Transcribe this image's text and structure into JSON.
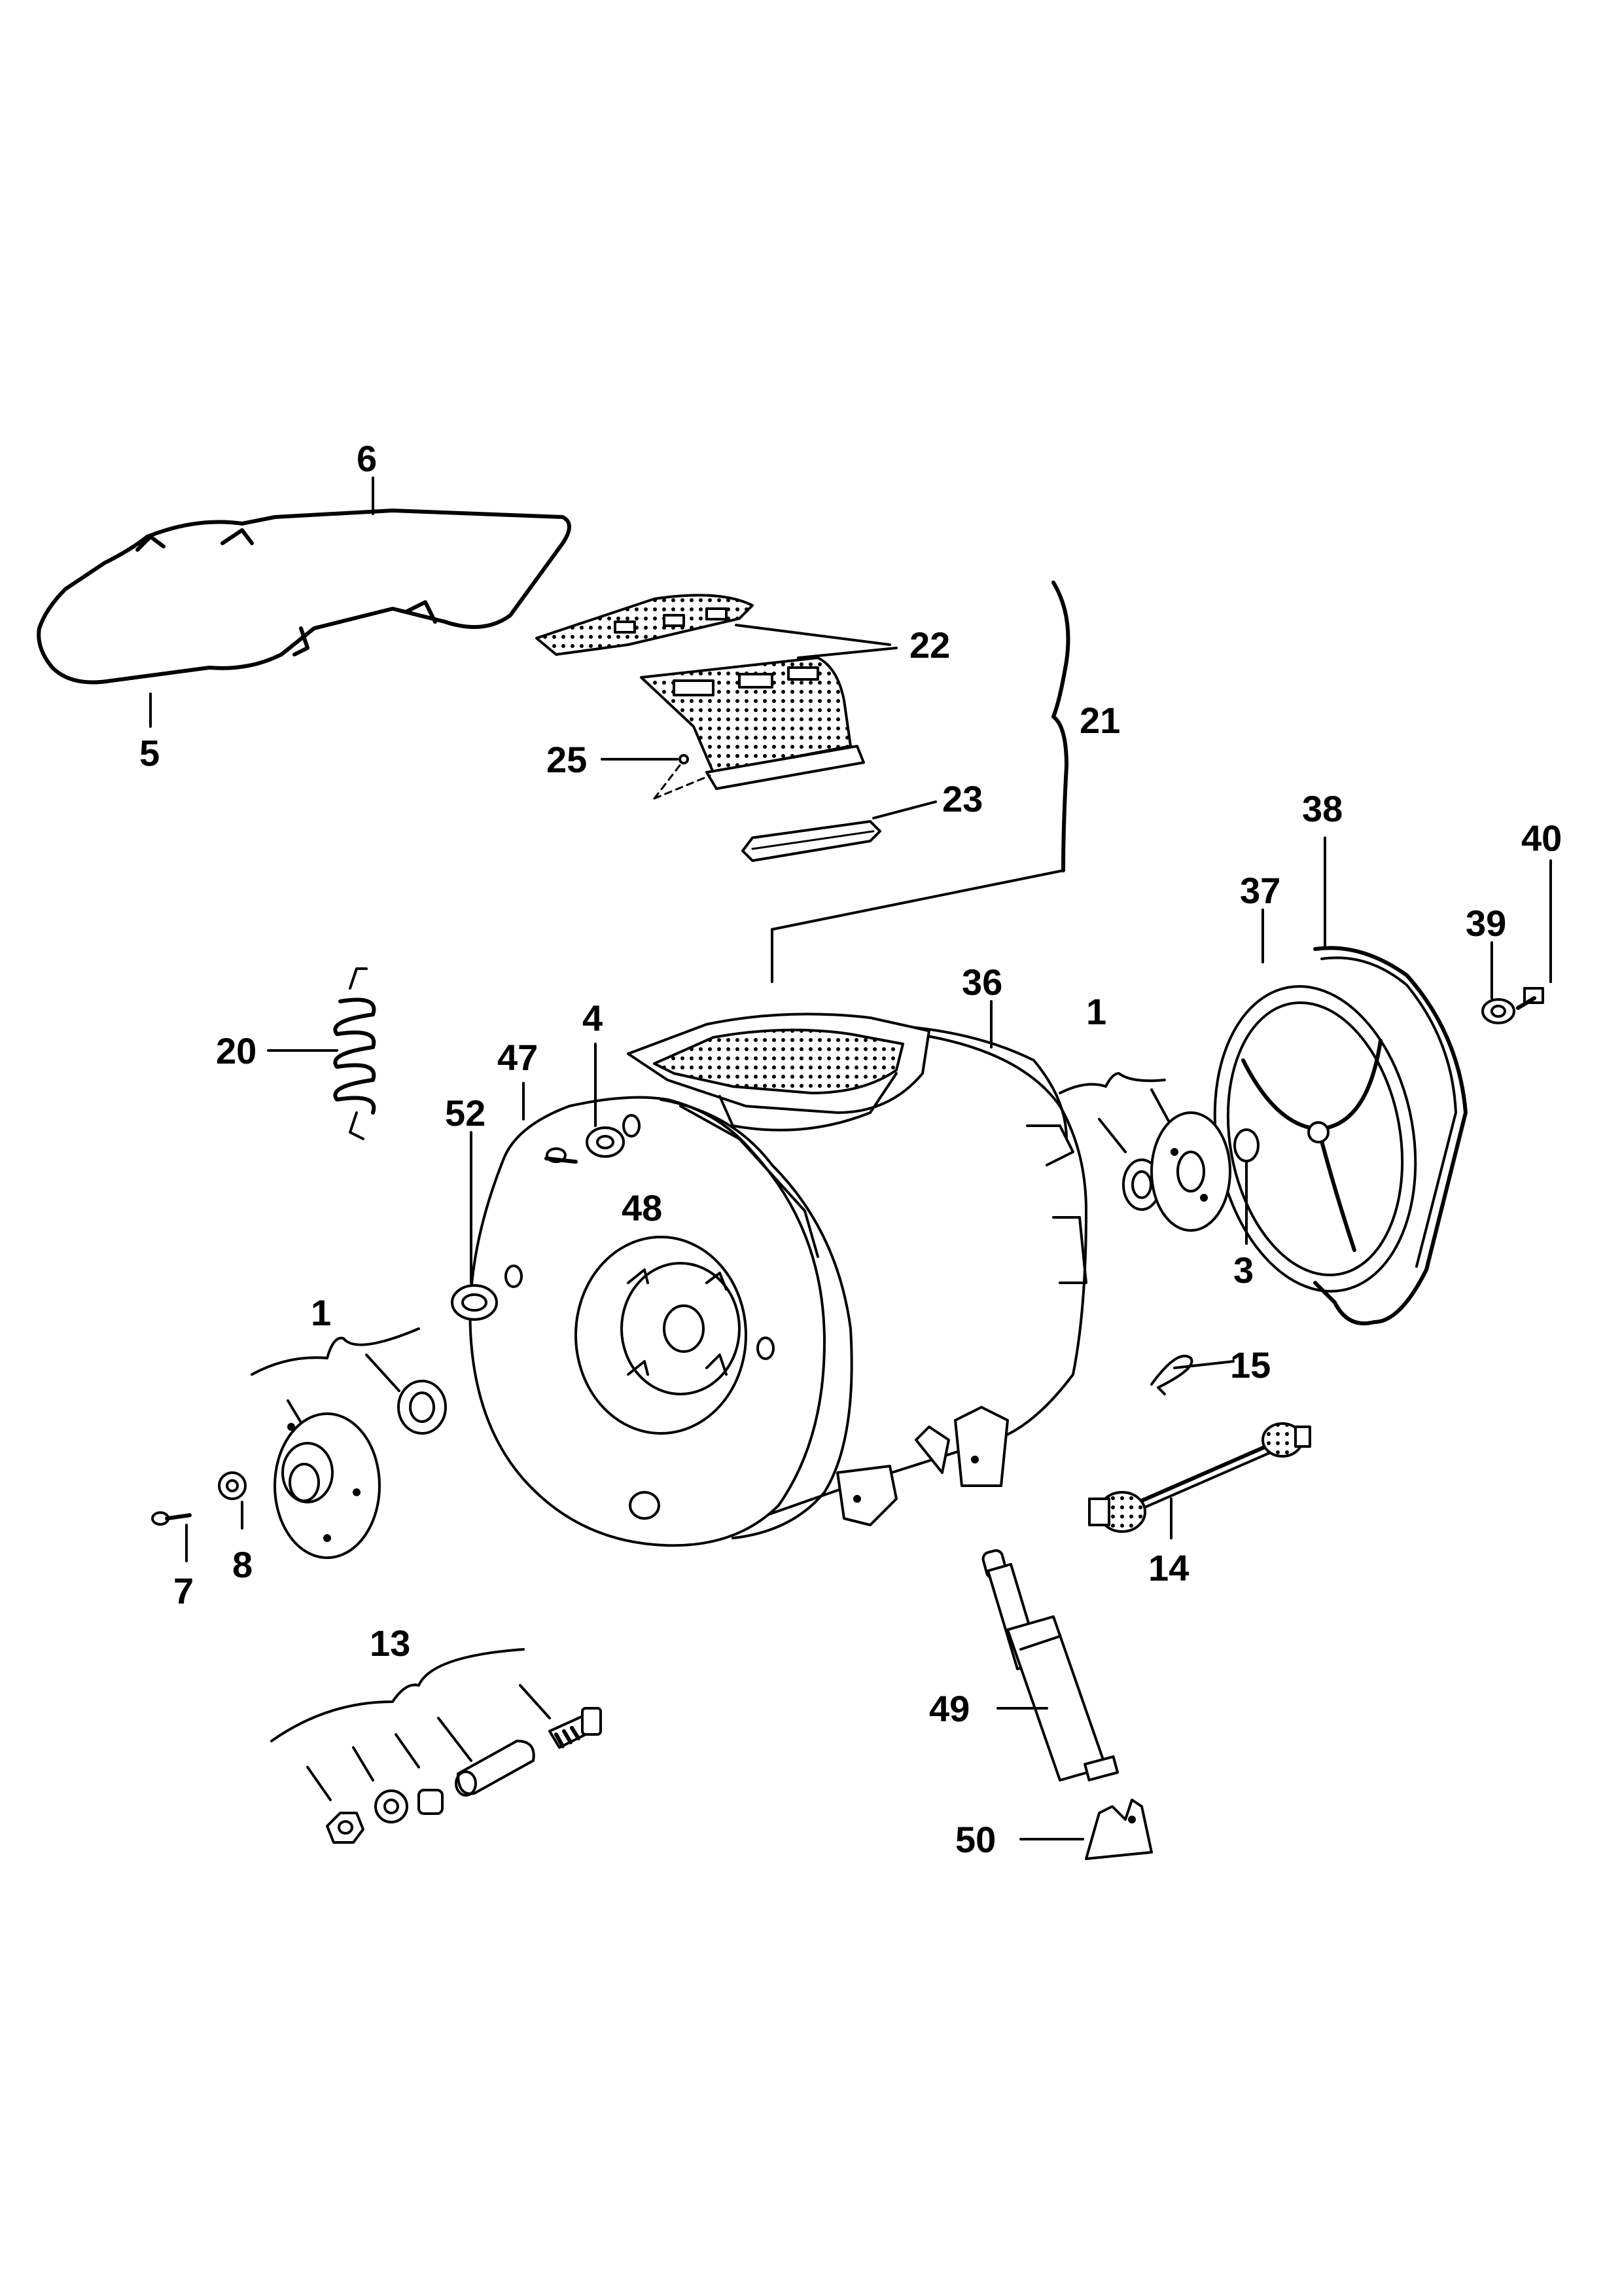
{
  "labels": {
    "p6": "6",
    "p5": "5",
    "p22": "22",
    "p21": "21",
    "p25": "25",
    "p23": "23",
    "p38": "38",
    "p40": "40",
    "p37": "37",
    "p39": "39",
    "p36": "36",
    "p1_right": "1",
    "p20": "20",
    "p47": "47",
    "p4": "4",
    "p52": "52",
    "p48": "48",
    "p3": "3",
    "p1_left": "1",
    "p15": "15",
    "p14": "14",
    "p7": "7",
    "p8": "8",
    "p13": "13",
    "p49": "49",
    "p50": "50"
  }
}
